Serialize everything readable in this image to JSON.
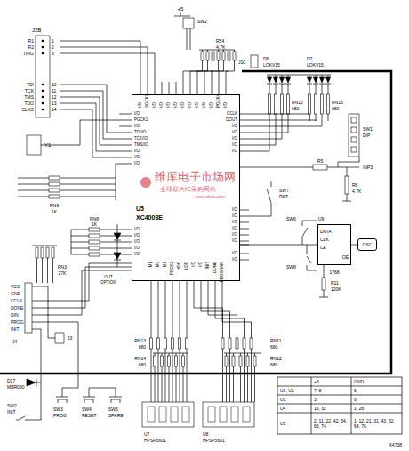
{
  "diagram": {
    "nodes": [
      {
        "text": [
          "U5",
          "XC4003E"
        ]
      },
      {
        "text": [
          "U9"
        ]
      },
      {
        "text": [
          "OSC"
        ]
      }
    ],
    "edges": [
      {
        "from": 0,
        "to": 1,
        "arrow": "none"
      },
      {
        "from": 1,
        "to": 2,
        "arrow": "none"
      }
    ],
    "labels": [
      "+5",
      "SW2",
      "R54",
      "4.7K",
      "J10",
      "J2B",
      "R1",
      "R2",
      "TRIG",
      "TDI",
      "TCK",
      "TMS",
      "TDO",
      "CLKO",
      "1",
      "2",
      "3",
      "10",
      "11",
      "12",
      "13",
      "14",
      "Y1",
      "RN8",
      "1K",
      "RN9",
      "1K",
      "RN3",
      "27K",
      "OUT",
      "OPTION",
      "VCC",
      "GND",
      "CCLK",
      "DONE",
      "DIN",
      "PROG",
      "INIT",
      "J4",
      "J3",
      "D17",
      "MBR030",
      "SW2",
      "INIT",
      "SW3",
      "PROG",
      "SW4",
      "RESET",
      "SW5",
      "SPARE",
      "RN13",
      "680",
      "RN14",
      "680",
      "RN11",
      "680",
      "RN12",
      "680",
      "U7",
      "HPSP5601",
      "U8",
      "HPSP5601",
      "D6",
      "LOKV15",
      "D7",
      "LOKV15",
      "RN10",
      "680",
      "RN16",
      "680",
      "SW1",
      "DIP",
      "R5",
      "INP3",
      "R6",
      "4.7K",
      "SW7",
      "RST",
      "SW6",
      "SW8",
      "1768",
      "R11",
      "120K",
      "DATA",
      "CLK",
      "CE",
      "OE",
      "I/O",
      "PGCK1",
      "I/O",
      "TDI/IO",
      "TCK/IO",
      "TMS/IO",
      "I/O",
      "I/O",
      "I/O",
      "I/O",
      "I/O",
      "I/O",
      "I/O",
      "I/O",
      "CCLK",
      "DOUT",
      "I/O",
      "I/O",
      "I/O",
      "I/O",
      "I/O",
      "I/O",
      "I/O",
      "I/O",
      "I/O",
      "I/O",
      "I/O",
      "I/O",
      "I/O",
      "I/O",
      "SGCK1",
      "I/O",
      "I/O",
      "I/O",
      "I/O",
      "I/O",
      "I/O",
      "I/O",
      "I/O",
      "I/O",
      "PGCK4",
      "I/O",
      "M1",
      "M0",
      "M2",
      "PGCK2",
      "HDC",
      "LDC",
      "I/O",
      "I/O",
      "INIT",
      "DONE",
      "PROGRAM",
      "维库电子市场网",
      "全球最大IC采购网站",
      "www.dzsc.com",
      "+5",
      "GND",
      "U1, U2",
      "7, 8",
      "6",
      "U3",
      "3",
      "6",
      "U4",
      "16, 32",
      "1, 28",
      "U5",
      "2, 11, 22, 42, 54, 63, 74",
      "1, 12, 21, 31, 43, 52, 64, 76",
      "X4738"
    ]
  }
}
